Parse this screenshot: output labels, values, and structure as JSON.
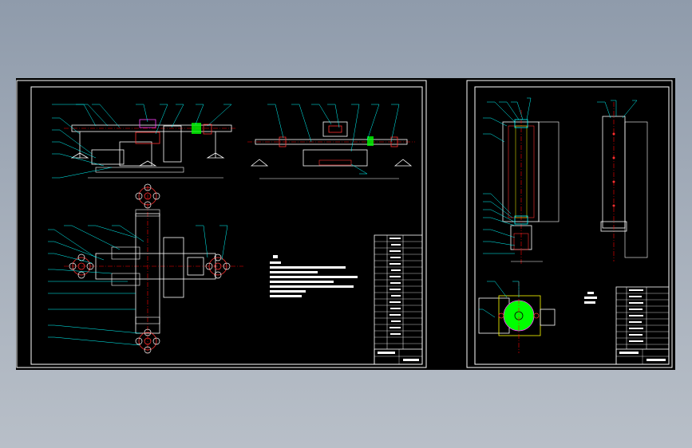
{
  "colors": {
    "background_top": "#8f9bab",
    "background_bottom": "#b8bfc8",
    "canvas": "#000000",
    "frame": "#ffffff",
    "leader": "#00ffff",
    "centerline": "#ff0000",
    "part": "#ffffff",
    "accent_red": "#ff3030",
    "accent_green": "#00ff00",
    "accent_yellow": "#ffff00",
    "accent_magenta": "#ff40ff"
  },
  "icons": {
    "note_block": "technical-notes-block",
    "title_block": "title-block-table",
    "brush_roller": "green-brush-roller-section"
  }
}
